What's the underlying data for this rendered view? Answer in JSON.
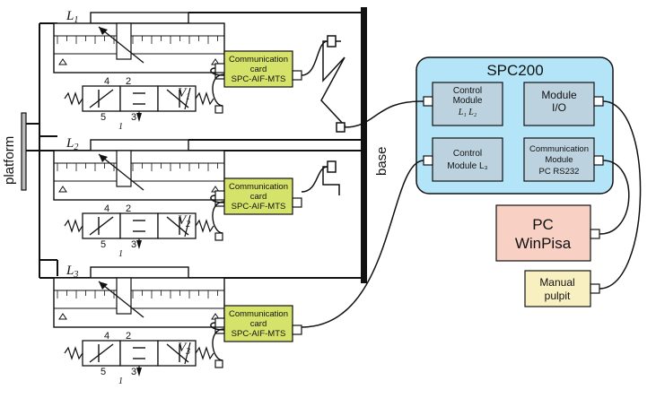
{
  "platform_label": "platform",
  "base_label": "base",
  "actuators": [
    {
      "name": "L",
      "sub": "1",
      "valve": "V",
      "valve_sub": "1"
    },
    {
      "name": "L",
      "sub": "2",
      "valve": "V",
      "valve_sub": "2"
    },
    {
      "name": "L",
      "sub": "3",
      "valve": "V",
      "valve_sub": "3"
    }
  ],
  "ports": {
    "p4": "4",
    "p2": "2",
    "p5": "5",
    "p3": "3",
    "p1": "1"
  },
  "comm_card": {
    "line1": "Communication",
    "line2": "card",
    "line3": "SPC-AIF-MTS"
  },
  "spc200": {
    "title": "SPC200",
    "control_module_1": {
      "line1": "Control",
      "line2": "Module",
      "line3": "L₁ L₂"
    },
    "module_io": {
      "line1": "Module",
      "line2": "I/O"
    },
    "control_module_2": {
      "line1": "Control",
      "line2": "Module L₃"
    },
    "comm_module": {
      "line1": "Communication",
      "line2": "Module",
      "line3": "PC RS232"
    }
  },
  "pc": {
    "line1": "PC",
    "line2": "WinPisa"
  },
  "pulpit": {
    "line1": "Manual",
    "line2": "pulpit"
  },
  "colors": {
    "spc_fill": "#b3e4f7",
    "module_fill": "#bcd2de",
    "card_fill": "#d6e36a",
    "pc_fill": "#f8d0c4",
    "pulpit_fill": "#f8f0c0"
  }
}
